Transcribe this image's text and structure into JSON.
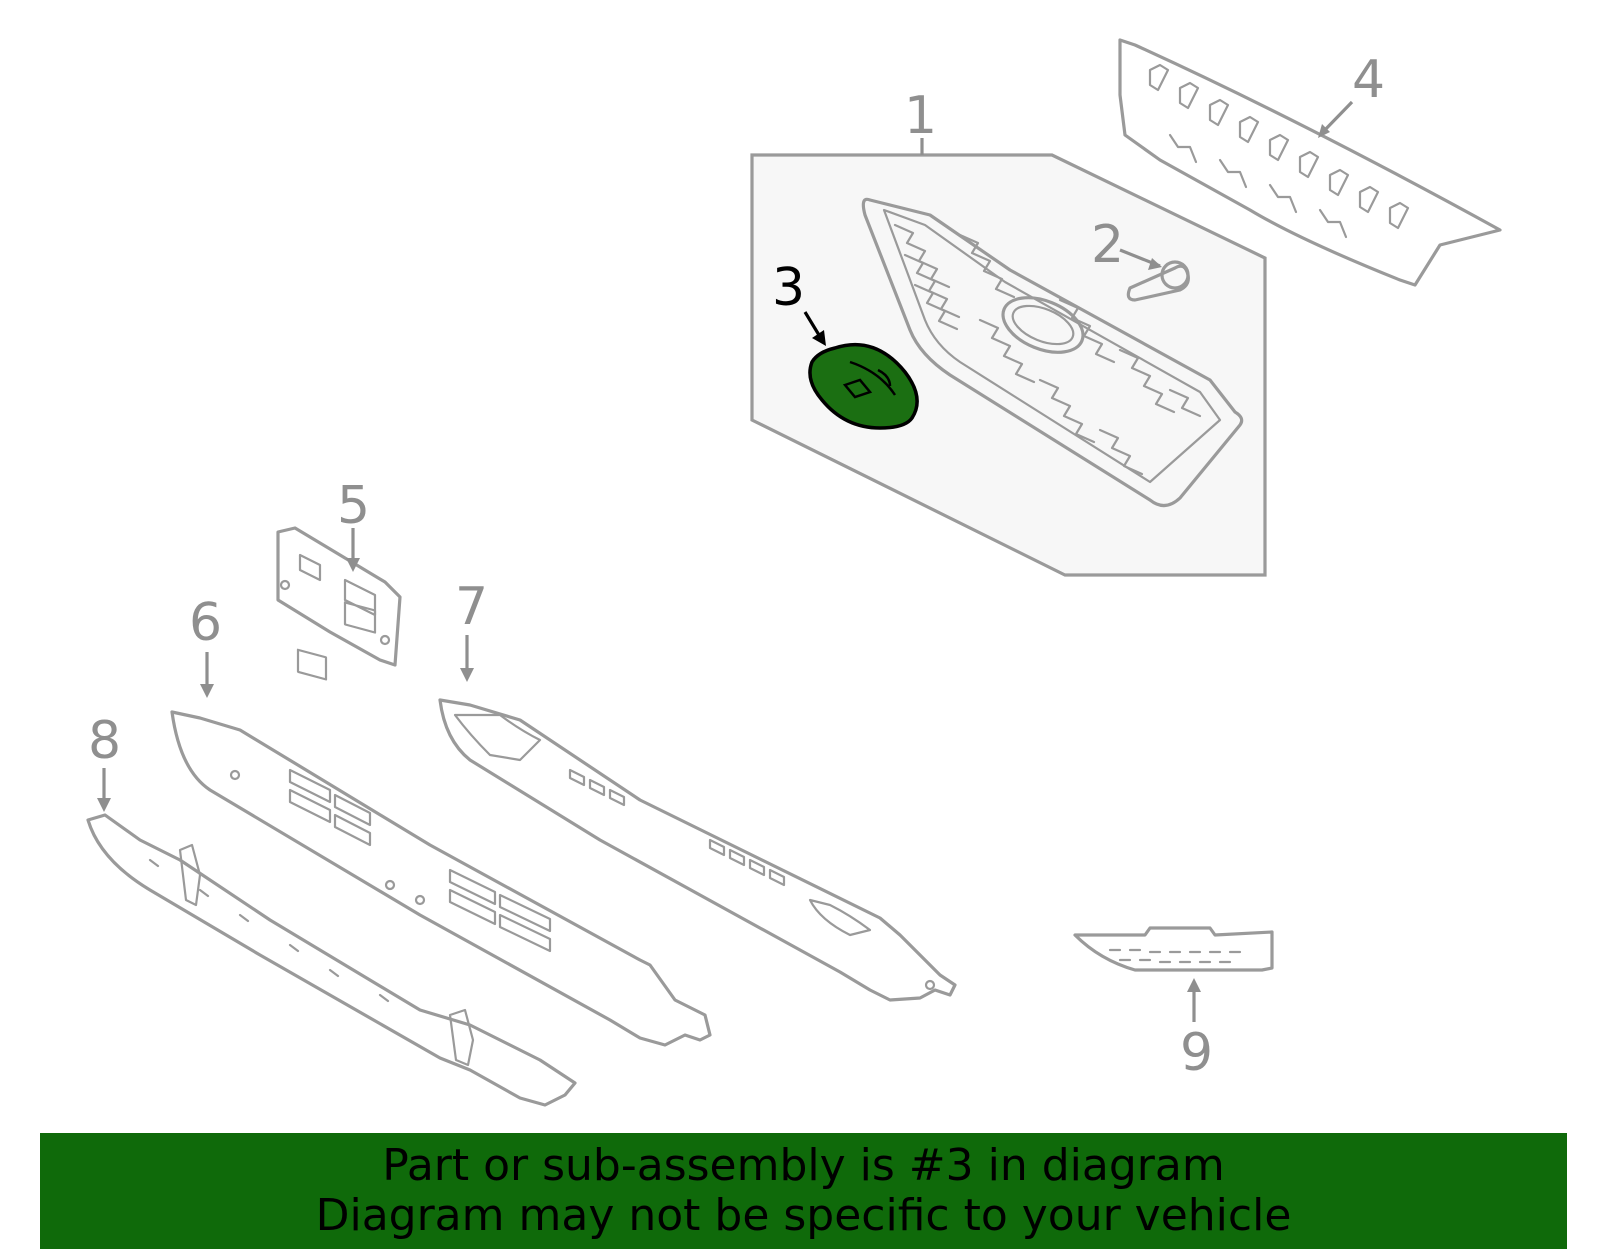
{
  "diagram": {
    "highlighted_part": "3",
    "highlight_color": "#1b6f12",
    "line_color": "#9a9a9a",
    "callouts": [
      {
        "id": "c1",
        "label": "1"
      },
      {
        "id": "c2",
        "label": "2"
      },
      {
        "id": "c3",
        "label": "3"
      },
      {
        "id": "c4",
        "label": "4"
      },
      {
        "id": "c5",
        "label": "5"
      },
      {
        "id": "c6",
        "label": "6"
      },
      {
        "id": "c7",
        "label": "7"
      },
      {
        "id": "c8",
        "label": "8"
      },
      {
        "id": "c9",
        "label": "9"
      }
    ]
  },
  "banner": {
    "line1": "Part or sub-assembly is #3 in diagram",
    "line2": "Diagram may not be specific to your vehicle",
    "background": "#0f6a0a"
  }
}
